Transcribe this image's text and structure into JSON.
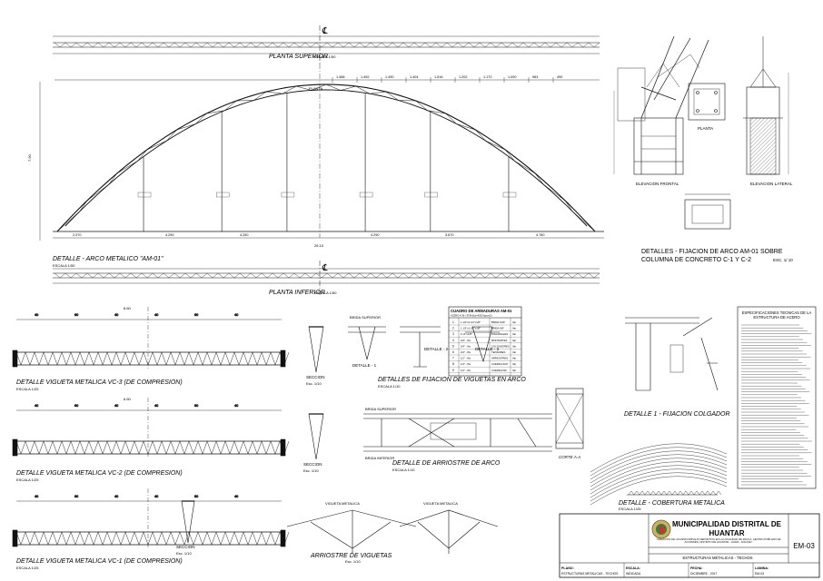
{
  "sheet": {
    "municipality_line1": "MUNICIPALIDAD DISTRITAL DE",
    "municipality_line2": "HUANTAR",
    "sheet_number": "EM-03",
    "sheet_title": "ESTRUCTURAS METALICAS - TECHOS",
    "project_text": "\"CREACION DE UN MINICOMPLEJO DEPORTIVO EN LA LOCALIDAD DE PAUCA, CENTRO POBLADO DE ACOPAMPA, DISTRITO DE HUANTAR - HUARI - ANCASH\""
  },
  "views": {
    "planta_superior_top": "PLANTA SUPERIOR",
    "planta_superior_top_scale": "ESCALA 1/50",
    "arco_title": "DETALLE - ARCO METALICO \"AM-01\"",
    "arco_scale": "ESCALA 1/50",
    "planta_inferior": "PLANTA INFERIOR",
    "planta_inferior_scale": "ESCALA 1/50",
    "planta": "PLANTA",
    "elevacion_frontal": "ELEVACION FRONTAL",
    "elevacion_lateral": "ELEVACION LATERAL",
    "fijacion_title_1": "DETALLES - FIJACION DE ARCO AM-01 SOBRE",
    "fijacion_title_2": "COLUMNA DE CONCRETO C-1 Y C-2",
    "fijacion_scale": "ESC. 1/ 10",
    "vc3_title": "DETALLE VIGUETA METALICA VC-3 (DE COMPRESION)",
    "vc2_title": "DETALLE VIGUETA METALICA VC-2 (DE COMPRESION)",
    "vc1_title": "DETALLE VIGUETA METALICA VC-1 (DE COMPRESION)",
    "vigueta_scale": "ESCALA 1/25",
    "seccion": "SECCION",
    "seccion_scale": "Esc. 1/10",
    "fijacion_viguetas": "DETALLES DE FIJACION DE VIGUETAS EN ARCO",
    "fijacion_viguetas_scale": "ESCALA 1/10",
    "detalle_1": "DETALLE - 1",
    "detalle_2": "DETALLE - 2",
    "detalle_3": "DETALLE - 3",
    "arriostre_arco": "DETALLE DE ARRIOSTRE DE ARCO",
    "arriostre_arco_scale": "ESCALA 1/10",
    "arriostre_viguetas": "ARRIOSTRE DE VIGUETAS",
    "arriostre_viguetas_scale": "Esc. 1/10",
    "vigueta_metalica": "VIGUETA METALICA",
    "corte": "CORTE A-A",
    "fijacion_colgador": "DETALLE 1 - FIJACION COLGADOR",
    "cobertura": "DETALLE - COBERTURA METALICA",
    "cobertura_scale": "ESCALA 1/25",
    "brida_superior": "BRIDA SUPERIOR",
    "brida_inferior": "BRIDA INFERIOR"
  },
  "dimensions": {
    "span": "26.10",
    "rise": "7.90",
    "top_segments": [
      "1.468",
      "1.492",
      "1.490",
      "1.404",
      "1.516",
      "1.202",
      "1.170",
      "1.090",
      "963",
      "490"
    ],
    "bottom_segments": [
      "2.070",
      "4.290",
      "4.250",
      "4.290",
      "3.670",
      "4.780"
    ],
    "vigueta_top": [
      "40",
      "60",
      "40",
      "40",
      "60",
      "40"
    ],
    "vigueta_length": "6.60"
  },
  "table": {
    "title": "CUADRO DE ARMADURAS AM-01",
    "subtitle": "ACERO A-36 / STM (f(c)=4200 kg/cm2)",
    "rows": [
      {
        "mark": "1",
        "size": "1 1/2\"x1 1/2\"x1/8\"",
        "desc": "BRIDA SUP",
        "qty": "Var"
      },
      {
        "mark": "2",
        "size": "1 1/2\"x1 1/2\"x1/8\"",
        "desc": "BRIDA INF",
        "qty": "Var"
      },
      {
        "mark": "3",
        "size": "1\"x1\"x1/8\"",
        "desc": "DIAGONALES",
        "qty": "Var"
      },
      {
        "mark": "4",
        "size": "3/4\" - 8m",
        "desc": "MONTANTES",
        "qty": "Var"
      },
      {
        "mark": "5",
        "size": "3/4\" - 8m",
        "desc": "COLGADORES",
        "qty": "Var"
      },
      {
        "mark": "6",
        "size": "3/4\" - 8m",
        "desc": "TENSORES",
        "qty": "Var"
      },
      {
        "mark": "7",
        "size": "1/2\" - 8m",
        "desc": "ARRIOSTRES",
        "qty": "Var"
      },
      {
        "mark": "8",
        "size": "1/2\" - 8m",
        "desc": "CUERDA SUP",
        "qty": "Var"
      },
      {
        "mark": "9",
        "size": "1/2\" - 8m",
        "desc": "CUERDA INF",
        "qty": "Var"
      }
    ]
  },
  "specs": {
    "title_1": "ESPECIFICACIONES TECNICAS DE LA",
    "title_2": "ESTRUCTURA DE ACERO"
  },
  "title_block": {
    "labels": [
      "PLANO:",
      "ESCALA:",
      "FECHA:",
      "LAMINA:"
    ],
    "values": [
      "ESTRUCTURAS METALICAS - TECHOS",
      "INDICADA",
      "DICIEMBRE - 2017",
      "EM-03"
    ]
  }
}
